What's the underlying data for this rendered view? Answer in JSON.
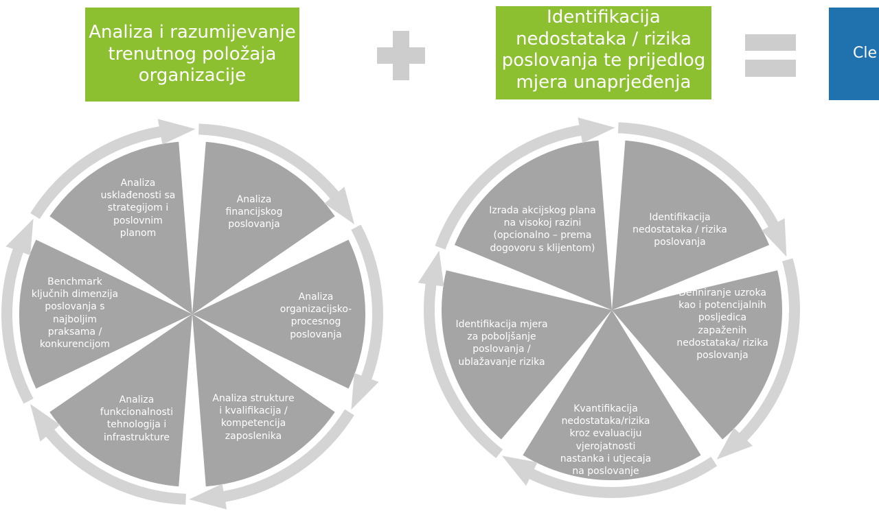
{
  "colors": {
    "header_green": "#8CC031",
    "header_blue": "#1F72AE",
    "segment_fill": "#A5A5A5",
    "arrow_ring": "#D4D4D4",
    "operator_gray": "#CDCDCD"
  },
  "headers": {
    "analysis": "Analiza i razumijevanje\ntrenutnog položaja\norganizacije",
    "identification": "Identifikacija\nnedostataka / rizika\nposlovanja te prijedlog\nmjera unaprjeđenja",
    "result": "Cle"
  },
  "operators": {
    "plus": "plus-icon",
    "equals": "equals-icon"
  },
  "cycle1": {
    "segments": [
      "Analiza\nfinancijskog\nposlovanja",
      "Analiza\norganizacijsko-\nprocesnog\nposlovanja",
      "Analiza strukture\ni kvalifikacija /\nkompetencija\nzaposlenika",
      "Analiza\nfunkcionalnosti\ntehnologija i\ninfrastrukture",
      "Benchmark\nključnih dimenzija\nposlovanja s\nnajboljim\npraksama /\nkonkurencijom",
      "Analiza\nusklađenosti sa\nstrategijom i\nposlovnim\nplanom"
    ]
  },
  "cycle2": {
    "segments": [
      "Identifikacija\nnedostataka / rizika\nposlovanja",
      "Definiranje uzroka\nkao i potencijalnih\nposljedica\nzapaženih\nnedostataka/  rizika\nposlovanja",
      "Kvantifikacija\nnedostataka/rizika\nkroz evaluaciju\nvjerojatnosti\nnastanka i utjecaja\nna poslovanje",
      "Identifikacija mjera\nza poboljšanje\nposlovanja  /\nublažavanje rizika",
      "Izrada akcijskog plana\nna visokoj razini\n(opcionalno – prema\ndogovoru s klijentom)"
    ]
  }
}
